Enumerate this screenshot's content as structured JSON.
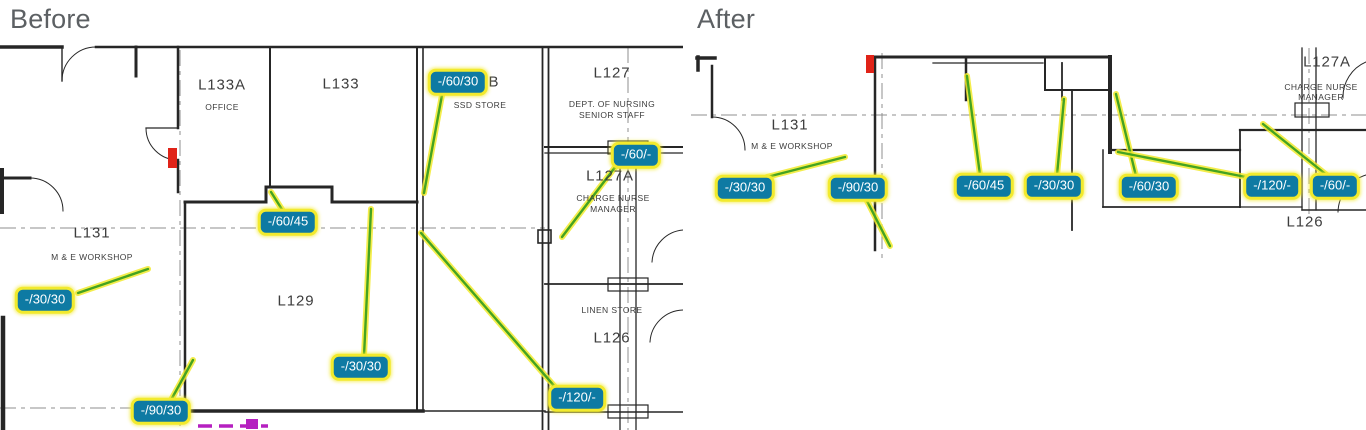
{
  "colors": {
    "chip-bg": "#0e7aa3",
    "chip-border": "#f2ea2d",
    "chip-text": "#ffffff",
    "leader-core": "#44a321",
    "leader-halo": "#f2ea2d",
    "wall": "#262626",
    "grid": "#8f8f8f",
    "marker-red": "#e02318",
    "marker-magenta": "#b520c0",
    "header-text": "#5c6063",
    "room-text": "#3d3d3d"
  },
  "panels": {
    "before": {
      "title": "Before",
      "labels": {
        "l133a": "L133A",
        "office": "OFFICE",
        "l133": "L133",
        "l133b": "B",
        "ssd_store": "SSD STORE",
        "l127": "L127",
        "dept1": "DEPT. OF NURSING",
        "dept2": "SENIOR STAFF",
        "l127a": "L127A",
        "charge1": "CHARGE NURSE",
        "charge2": "MANAGER",
        "l131": "L131",
        "mew": "M & E WORKSHOP",
        "l129": "L129",
        "linen": "LINEN STORE",
        "l126": "L126"
      },
      "chips": [
        {
          "label": "-/60/30"
        },
        {
          "label": "-/60/-"
        },
        {
          "label": "-/60/45"
        },
        {
          "label": "-/30/30"
        },
        {
          "label": "-/30/30"
        },
        {
          "label": "-/90/30"
        },
        {
          "label": "-/120/-"
        }
      ]
    },
    "after": {
      "title": "After",
      "labels": {
        "l131": "L131",
        "mew": "M & E WORKSHOP",
        "l127a": "L127A",
        "charge1": "CHARGE NURSE",
        "charge2": "MANAGER",
        "l126": "L126"
      },
      "chips": [
        {
          "label": "-/30/30"
        },
        {
          "label": "-/90/30"
        },
        {
          "label": "-/60/45"
        },
        {
          "label": "-/30/30"
        },
        {
          "label": "-/60/30"
        },
        {
          "label": "-/120/-"
        },
        {
          "label": "-/60/-"
        }
      ]
    }
  }
}
